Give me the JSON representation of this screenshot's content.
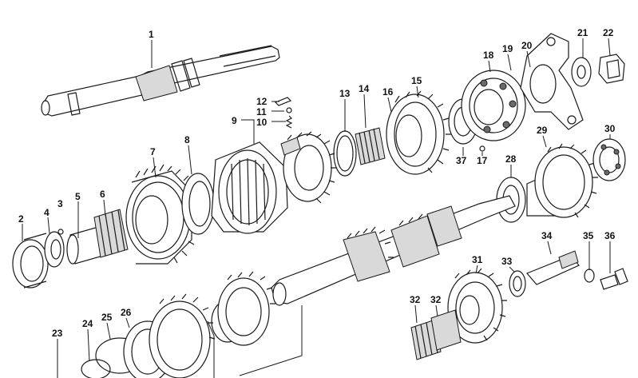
{
  "colors": {
    "line": "#1a1a1a",
    "paper": "#ffffff",
    "shade": "#d9d9d9"
  },
  "parts": {
    "p1": "1",
    "p2": "2",
    "p3": "3",
    "p4": "4",
    "p5": "5",
    "p6": "6",
    "p7": "7",
    "p8": "8",
    "p9": "9",
    "p10": "10",
    "p11": "11",
    "p12": "12",
    "p13": "13",
    "p14": "14",
    "p15": "15",
    "p16": "16",
    "p17": "17",
    "p18": "18",
    "p19": "19",
    "p20": "20",
    "p21": "21",
    "p22": "22",
    "p23": "23",
    "p24": "24",
    "p25": "25",
    "p26": "26",
    "p28": "28",
    "p29": "29",
    "p30": "30",
    "p31": "31",
    "p32a": "32",
    "p32b": "32",
    "p33": "33",
    "p34": "34",
    "p35": "35",
    "p36": "36",
    "p37": "37"
  }
}
